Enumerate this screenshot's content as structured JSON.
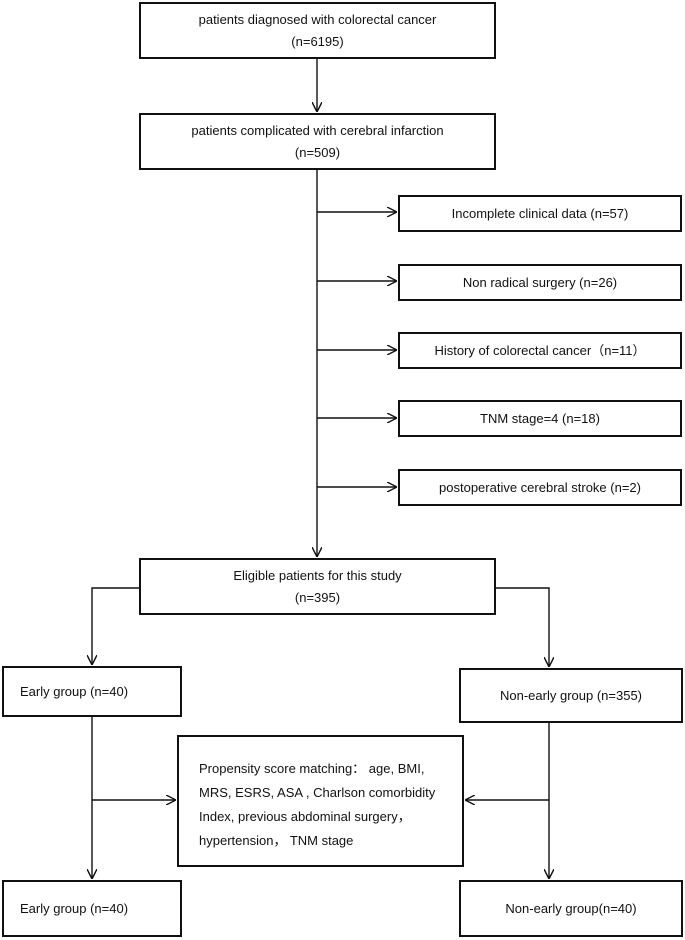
{
  "flowchart": {
    "diagnosed": {
      "line1": "patients diagnosed with colorectal cancer",
      "line2": "(n=6195)"
    },
    "infarction": {
      "line1": "patients complicated with cerebral infarction",
      "line2": "(n=509)"
    },
    "exclusions": [
      "Incomplete clinical data (n=57)",
      "Non radical surgery (n=26)",
      "History of colorectal cancer（n=11）",
      "TNM stage=4 (n=18)",
      "postoperative cerebral stroke (n=2)"
    ],
    "eligible": {
      "line1": "Eligible patients for this study",
      "line2": "(n=395)"
    },
    "early_group": "Early group (n=40)",
    "non_early_group": "Non-early group (n=355)",
    "psm": {
      "lines": [
        "Propensity score matching： age, BMI,",
        "MRS, ESRS, ASA , Charlson comorbidity",
        "Index, previous abdominal surgery，",
        "hypertension， TNM stage"
      ]
    },
    "early_group_matched": "Early group (n=40)",
    "non_early_group_matched": "Non-early group(n=40)"
  }
}
